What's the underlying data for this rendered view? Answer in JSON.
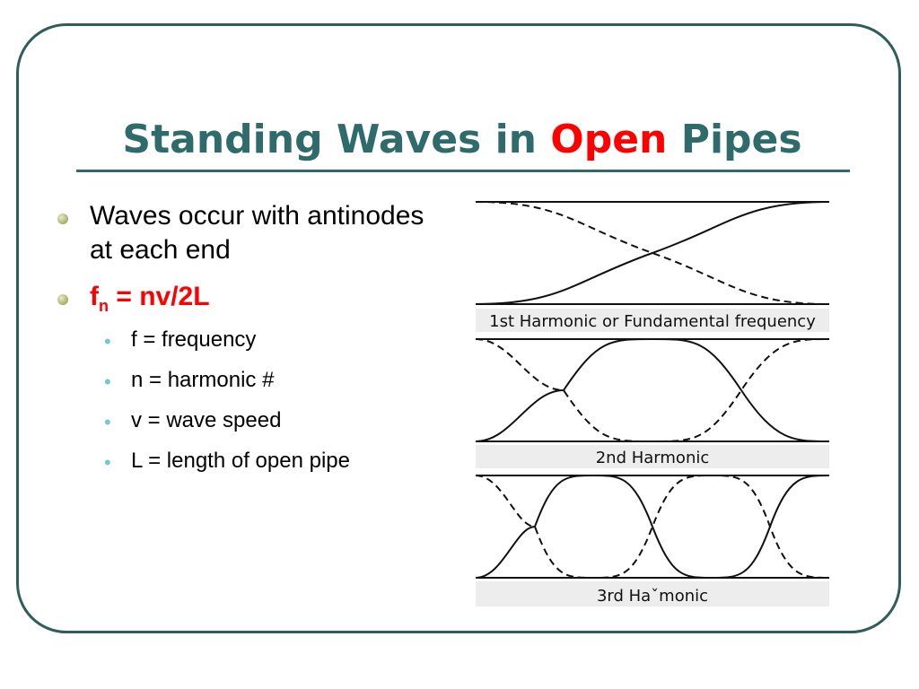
{
  "slide": {
    "title_part1": "Standing Waves in ",
    "title_accent": "Open",
    "title_part2": " Pipes",
    "accent_color": "#ff0000",
    "title_color": "#2f6b6b",
    "bullets": {
      "main1": "Waves occur with antinodes at each end",
      "formula_f": "f",
      "formula_sub": "n",
      "formula_rest": " = nv/2L",
      "sub": [
        "f = frequency",
        "n = harmonic #",
        "v = wave speed",
        "L = length of open pipe"
      ]
    }
  },
  "diagram": {
    "labels": [
      "1st Harmonic or Fundamental frequency",
      "2nd Harmonic",
      "3rd Haˇmonic"
    ]
  }
}
